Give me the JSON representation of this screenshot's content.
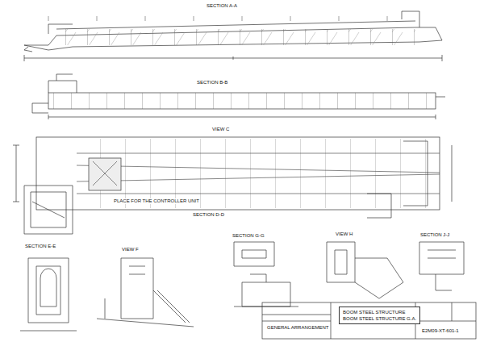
{
  "diagram": {
    "nodes": [
      {
        "text": [
          "BOOM STEEL STRUCTURE",
          "BOOM STEEL STRUCTURE G.A."
        ]
      }
    ],
    "labels": [
      "SECTION A-A",
      "SECTION B-B",
      "VIEW C",
      "PLACE FOR THE CONTROLLER UNIT",
      "SECTION D-D",
      "SECTION E-E",
      "VIEW F",
      "SECTION G-G",
      "VIEW H",
      "SECTION J-J",
      "GENERAL ARRANGEMENT",
      "E2M09-XT-601-1"
    ]
  }
}
